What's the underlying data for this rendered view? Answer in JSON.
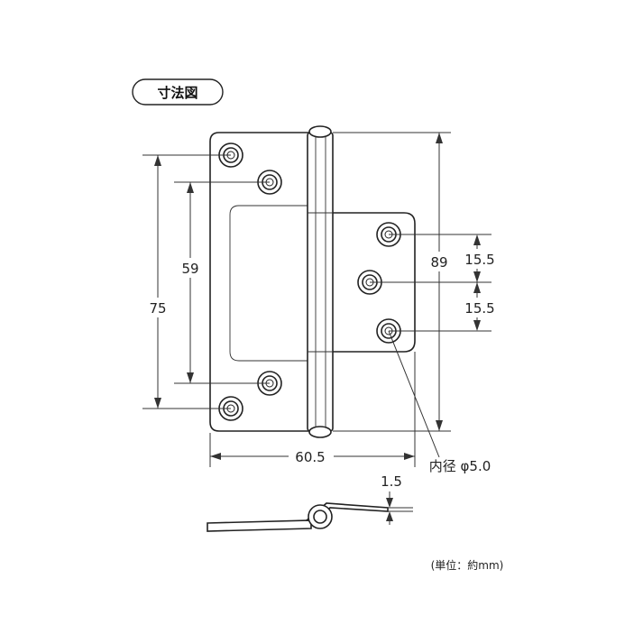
{
  "title_badge": {
    "label": "寸法図"
  },
  "dimensions": {
    "overall_height": "89",
    "outer_hole_pitch": "75",
    "inner_hole_pitch": "59",
    "width": "60.5",
    "leaf_hole_pitch_upper": "15.5",
    "leaf_hole_pitch_lower": "15.5",
    "hole_diameter": "内径 φ5.0",
    "thickness": "1.5"
  },
  "unit_note": "(単位：約mm)"
}
